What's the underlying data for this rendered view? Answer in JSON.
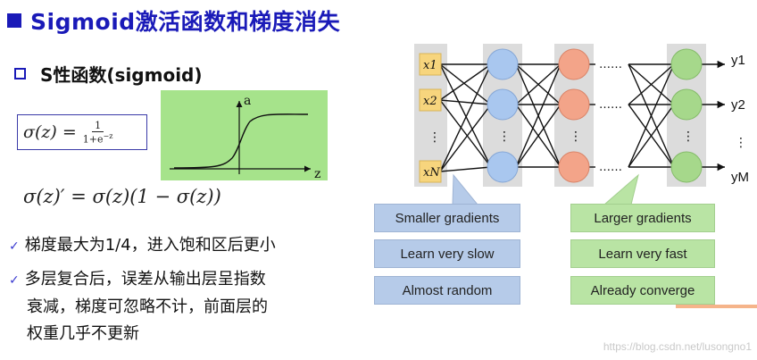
{
  "title": "Sigmoid激活函数和梯度消失",
  "subheading": "S性函数(sigmoid)",
  "formula1": {
    "lhs": "σ(z) =",
    "num": "1",
    "den": "1+e",
    "den_exp": "−z"
  },
  "formula2": "σ(z)′ = σ(z)(1 − σ(z))",
  "plot": {
    "a_label": "a",
    "z_label": "z"
  },
  "bullets": [
    {
      "text": "梯度最大为1/4，进入饱和区后更小"
    },
    {
      "line1": "多层复合后，误差从输出层呈指数",
      "line2": "衰减，梯度可忽略不计，前面层的",
      "line3": "权重几乎不更新"
    }
  ],
  "network": {
    "inputs": [
      "x1",
      "x2",
      "xN"
    ],
    "outputs": [
      "y1",
      "y2",
      "yM"
    ],
    "dots": "……"
  },
  "left_boxes": [
    "Smaller gradients",
    "Learn very slow",
    "Almost random"
  ],
  "right_boxes": [
    "Larger gradients",
    "Learn very fast",
    "Already converge"
  ],
  "watermark": "https://blog.csdn.net/lusongno1",
  "colors": {
    "title": "#1a1ab8",
    "blue_node": "#a9c7ef",
    "orange_node": "#f3a489",
    "green_node": "#a6d88b",
    "plot_bg": "#a6e38b"
  }
}
